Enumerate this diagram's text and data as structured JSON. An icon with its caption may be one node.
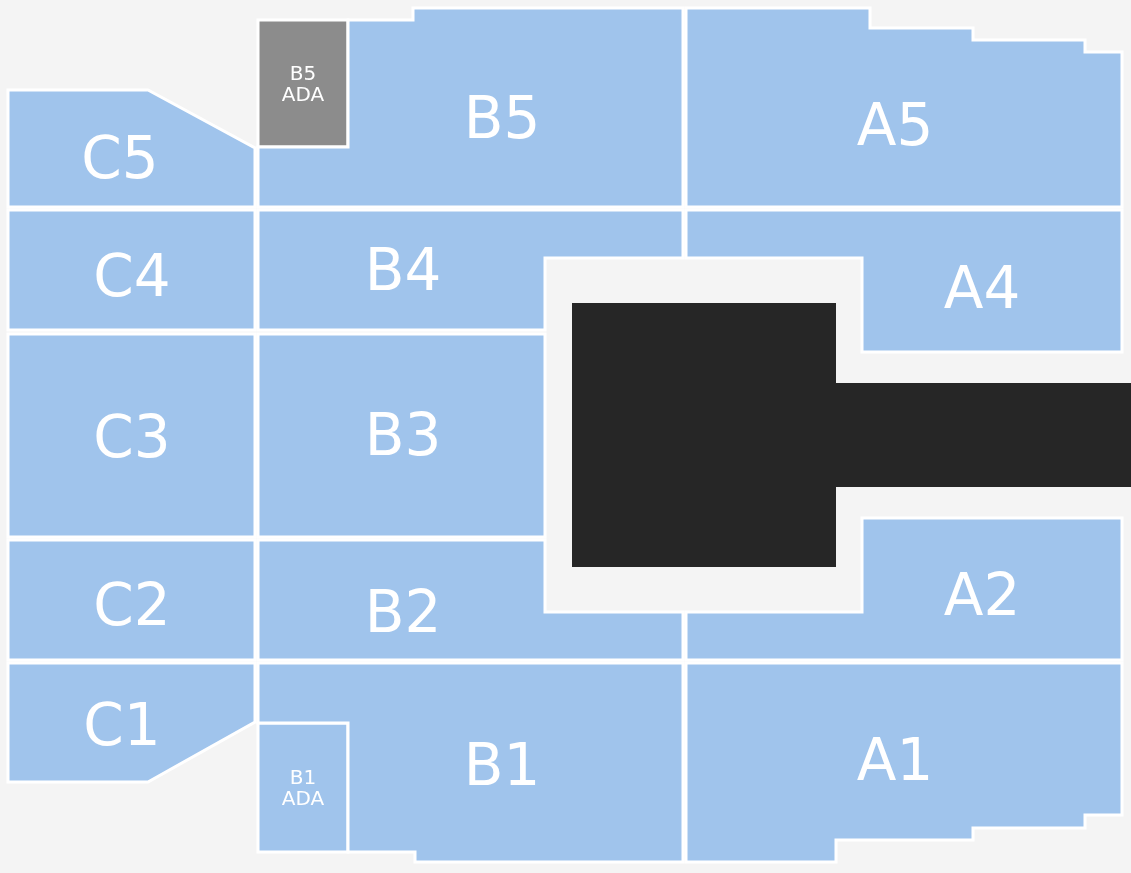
{
  "diagram": {
    "nodes": [
      {
        "text": [
          "C5"
        ]
      },
      {
        "text": [
          "B5 ADA"
        ]
      },
      {
        "text": [
          "B5"
        ]
      },
      {
        "text": [
          "A5"
        ]
      },
      {
        "text": [
          "C4"
        ]
      },
      {
        "text": [
          "B4"
        ]
      },
      {
        "text": [
          "A4"
        ]
      },
      {
        "text": [
          "C3"
        ]
      },
      {
        "text": [
          "B3"
        ]
      },
      {
        "text": [
          "C2"
        ]
      },
      {
        "text": [
          "B2"
        ]
      },
      {
        "text": [
          "A2"
        ]
      },
      {
        "text": [
          "C1"
        ]
      },
      {
        "text": [
          "B1 ADA"
        ]
      },
      {
        "text": [
          "B1"
        ]
      },
      {
        "text": [
          "A1"
        ]
      },
      {
        "text": [],
        "shape": "box"
      }
    ]
  }
}
